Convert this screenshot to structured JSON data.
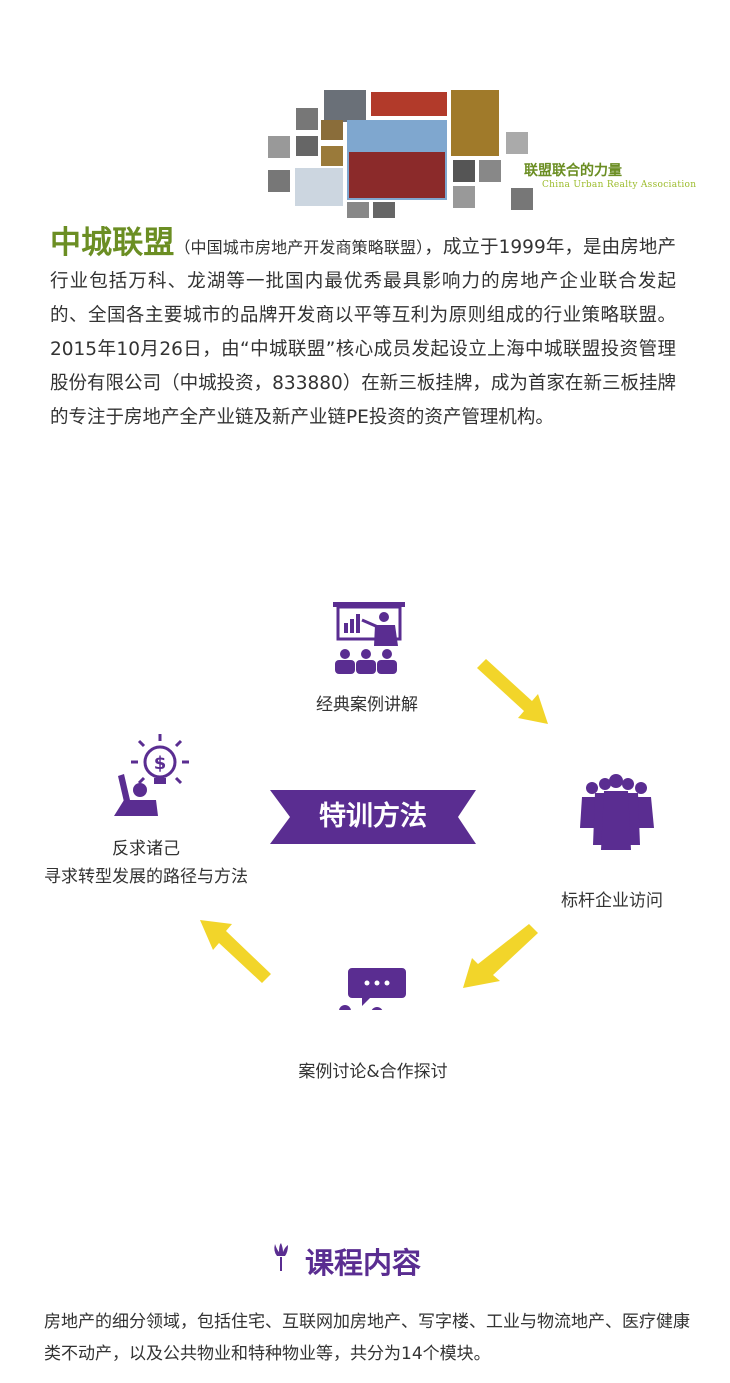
{
  "banner": {
    "slogan_cn": "联盟联合的力量",
    "slogan_en": "China Urban Realty Association"
  },
  "intro": {
    "brand": "中城联盟",
    "brand_full": "（中国城市房地产开发商策略联盟）",
    "text": "，成立于1999年，是由房地产行业包括万科、龙湖等一批国内最优秀最具影响力的房地产企业联合发起的、全国各主要城市的品牌开发商以平等互利为原则组成的行业策略联盟。2015年10月26日，由“中城联盟”核心成员发起设立上海中城联盟投资管理股份有限公司（中城投资，833880）在新三板挂牌，成为首家在新三板挂牌的专注于房地产全产业链及新产业链PE投资的资产管理机构。"
  },
  "training": {
    "title": "特训方法",
    "steps": [
      {
        "label": "经典案例讲解",
        "icon": "presentation-icon"
      },
      {
        "label": "标杆企业访问",
        "icon": "business-people-icon"
      },
      {
        "label": "案例讨论&合作探讨",
        "icon": "discussion-icon"
      },
      {
        "label_line1": "反求诸己",
        "label_line2": "寻求转型发展的路径与方法",
        "icon": "idea-bulb-icon"
      }
    ],
    "colors": {
      "purple": "#5a2d91",
      "arrow": "#f2d52a"
    }
  },
  "course": {
    "title": "课程内容",
    "text": "房地产的细分领域，包括住宅、互联网加房地产、写字楼、工业与物流地产、医疗健康类不动产，以及公共物业和特种物业等，共分为14个模块。"
  }
}
